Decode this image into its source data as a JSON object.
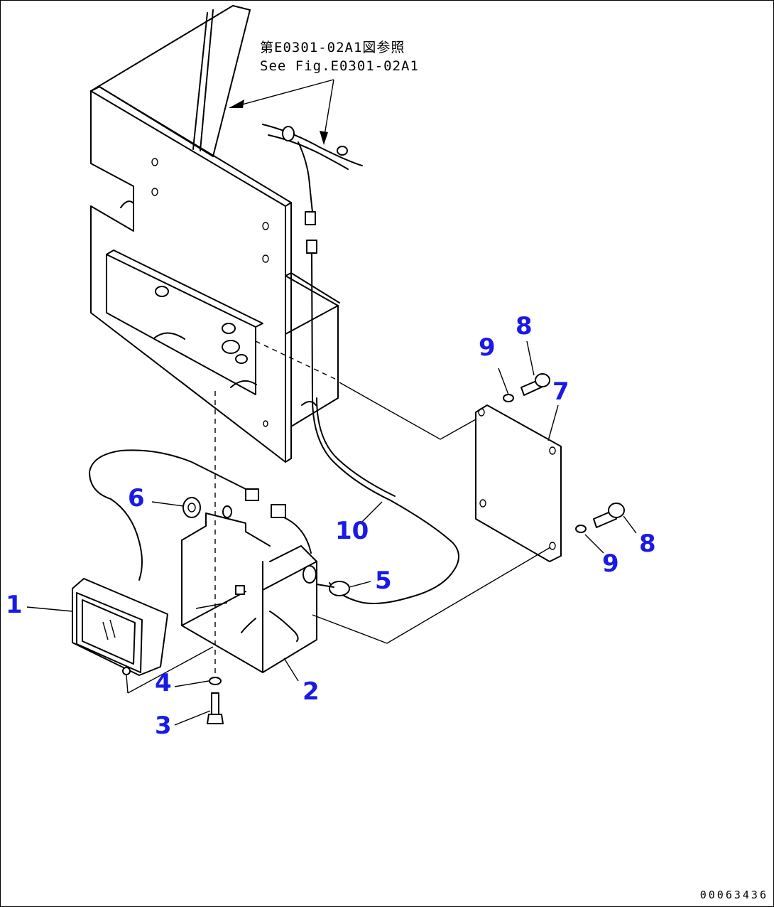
{
  "reference_note": {
    "line_ja": "第E0301-02A1図参照",
    "line_en": "See Fig.E0301-02A1"
  },
  "callouts": [
    {
      "id": "1",
      "label": "1"
    },
    {
      "id": "2",
      "label": "2"
    },
    {
      "id": "3",
      "label": "3"
    },
    {
      "id": "4",
      "label": "4"
    },
    {
      "id": "5",
      "label": "5"
    },
    {
      "id": "6",
      "label": "6"
    },
    {
      "id": "7",
      "label": "7"
    },
    {
      "id": "8a",
      "label": "8"
    },
    {
      "id": "8b",
      "label": "8"
    },
    {
      "id": "9a",
      "label": "9"
    },
    {
      "id": "9b",
      "label": "9"
    },
    {
      "id": "10",
      "label": "10"
    }
  ],
  "drawing_number": "00063436",
  "colors": {
    "callout": "#1a1ae6",
    "line": "#000000",
    "background": "#ffffff"
  }
}
